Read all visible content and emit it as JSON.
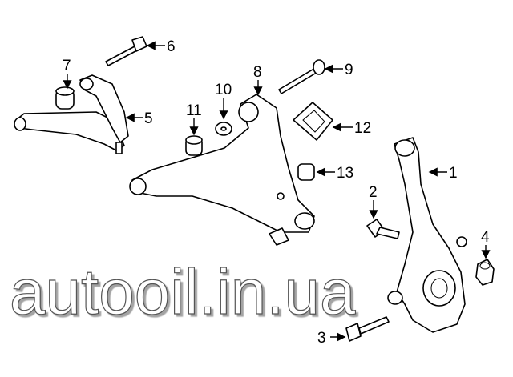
{
  "diagram": {
    "labels": [
      {
        "id": "1",
        "text": "1"
      },
      {
        "id": "2",
        "text": "2"
      },
      {
        "id": "3",
        "text": "3"
      },
      {
        "id": "4",
        "text": "4"
      },
      {
        "id": "5",
        "text": "5"
      },
      {
        "id": "6",
        "text": "6"
      },
      {
        "id": "7",
        "text": "7"
      },
      {
        "id": "8",
        "text": "8"
      },
      {
        "id": "9",
        "text": "9"
      },
      {
        "id": "10",
        "text": "10"
      },
      {
        "id": "11",
        "text": "11"
      },
      {
        "id": "12",
        "text": "12"
      },
      {
        "id": "13",
        "text": "13"
      }
    ],
    "watermark": "autooil.in.ua"
  }
}
